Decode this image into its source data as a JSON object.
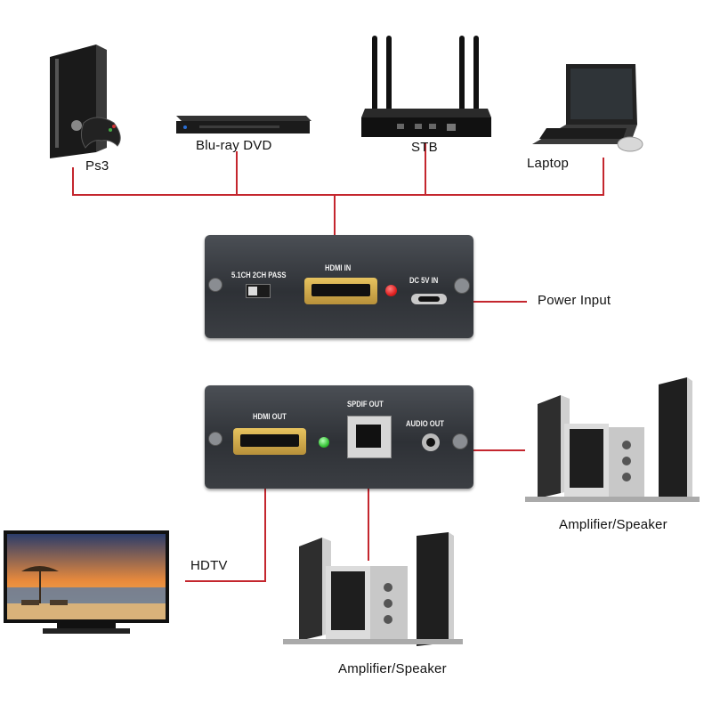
{
  "devices": {
    "ps3": "Ps3",
    "bluray": "Blu-ray DVD",
    "stb": "STB",
    "laptop": "Laptop",
    "power_input": "Power Input",
    "hdtv": "HDTV",
    "amplifier_right": "Amplifier/Speaker",
    "amplifier_bottom": "Amplifier/Speaker"
  },
  "input_panel": {
    "switch_label": "5.1CH  2CH PASS",
    "hdmi_in": "HDMI IN",
    "dc_in": "DC 5V IN"
  },
  "output_panel": {
    "hdmi_out": "HDMI OUT",
    "spdif_out": "SPDIF OUT",
    "audio_out": "AUDIO OUT"
  },
  "colors": {
    "line": "#c4262e",
    "panel": "#3a3d42",
    "led_red": "#e02020",
    "led_green": "#37c437"
  }
}
